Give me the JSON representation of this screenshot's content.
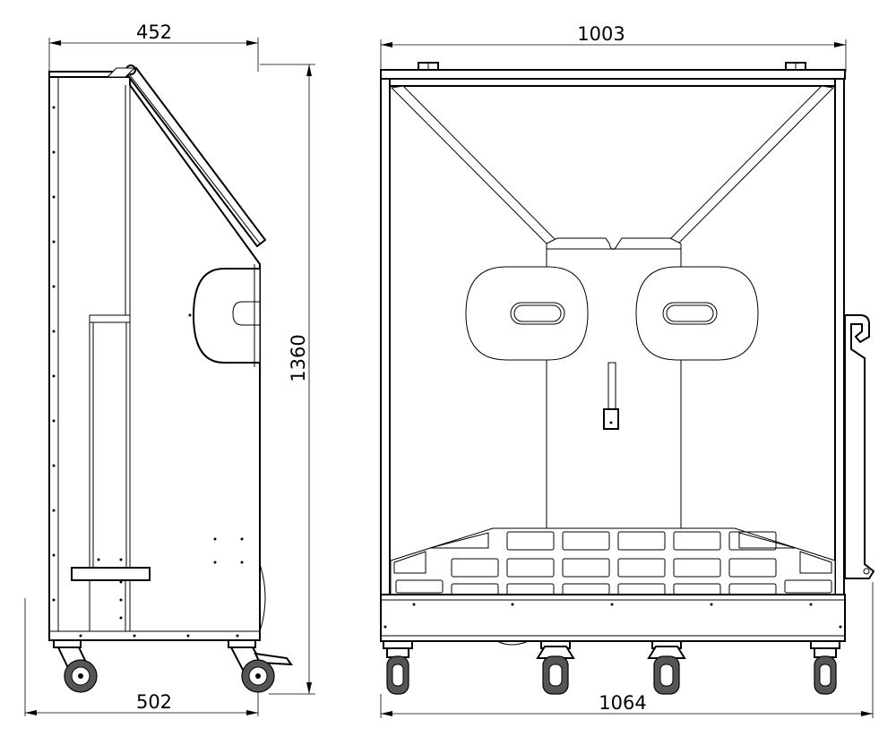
{
  "dimensions": {
    "side_top_width": "452",
    "side_bottom_width": "502",
    "height": "1360",
    "front_top_width": "1003",
    "front_bottom_width": "1064"
  }
}
